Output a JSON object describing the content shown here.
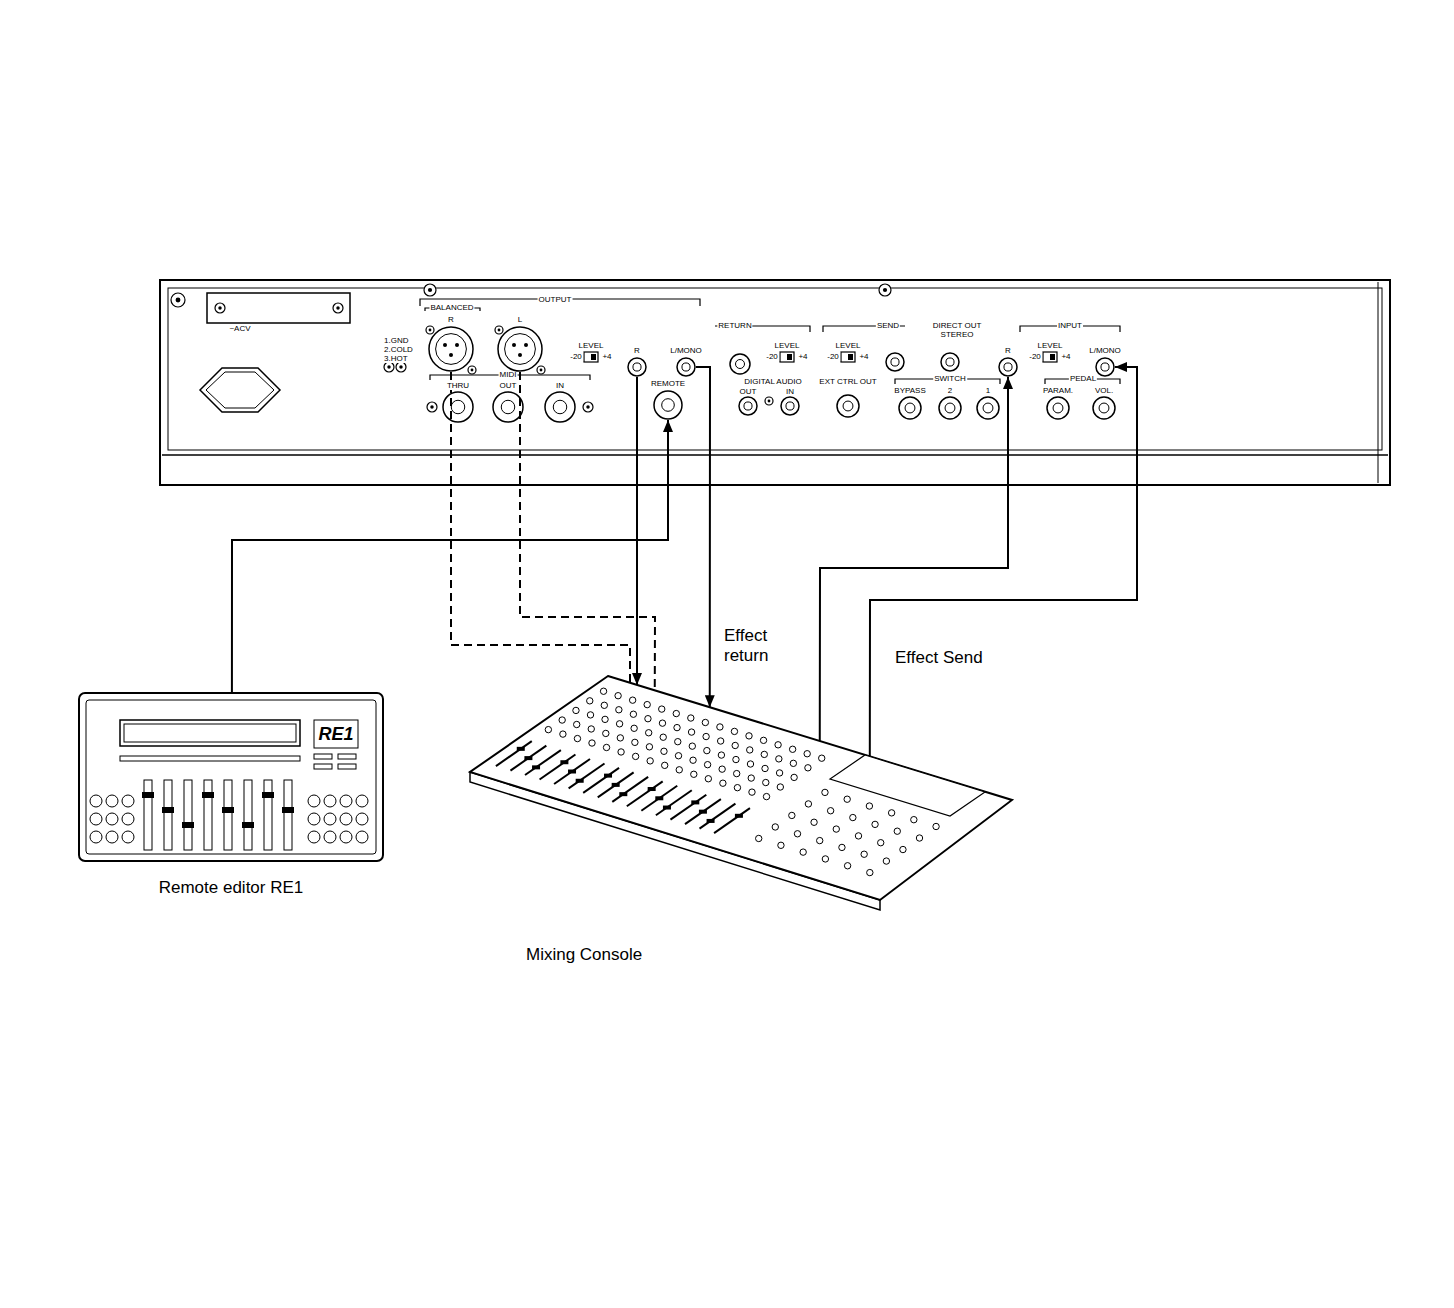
{
  "diagram": {
    "nodes": [
      {
        "text": [
          "R"
        ]
      },
      {
        "text": [
          "L"
        ]
      },
      {
        "text": [
          "R"
        ]
      },
      {
        "text": [
          "L/MONO"
        ]
      },
      {
        "text": [
          "REMOTE"
        ]
      },
      {
        "text": [
          "R"
        ]
      },
      {
        "text": [
          "L/MONO"
        ]
      },
      {
        "text": [
          "RE1",
          "Remote editor RE1"
        ]
      },
      {
        "text": [
          "Mixing Console"
        ]
      }
    ],
    "edges": [
      {
        "from": 7,
        "to": 4,
        "arrow": "to"
      },
      {
        "from": 0,
        "to": 8,
        "arrow": "none"
      },
      {
        "from": 1,
        "to": 8,
        "arrow": "none"
      },
      {
        "from": 2,
        "to": 8,
        "arrow": "to"
      },
      {
        "from": 3,
        "to": 8,
        "arrow": "to",
        "label": "Effect return"
      },
      {
        "from": 8,
        "to": 5,
        "arrow": "to"
      },
      {
        "from": 8,
        "to": 6,
        "arrow": "to",
        "label": "Effect Send"
      }
    ],
    "labels": [
      "OUTPUT",
      "BALANCED",
      "1.GND",
      "2.COLD",
      "3.HOT",
      "LEVEL",
      "-20",
      "+4",
      "RETURN",
      "LEVEL",
      "-20",
      "+4",
      "LEVEL",
      "-20",
      "+4",
      "SEND",
      "DIRECT OUT STEREO",
      "INPUT",
      "LEVEL",
      "-20",
      "+4",
      "~ACV",
      "MIDI",
      "THRU",
      "OUT",
      "IN",
      "DIGITAL AUDIO",
      "OUT",
      "IN",
      "EXT CTRL OUT",
      "SWITCH",
      "BYPASS",
      "2",
      "1",
      "PEDAL",
      "PARAM.",
      "VOL."
    ]
  }
}
